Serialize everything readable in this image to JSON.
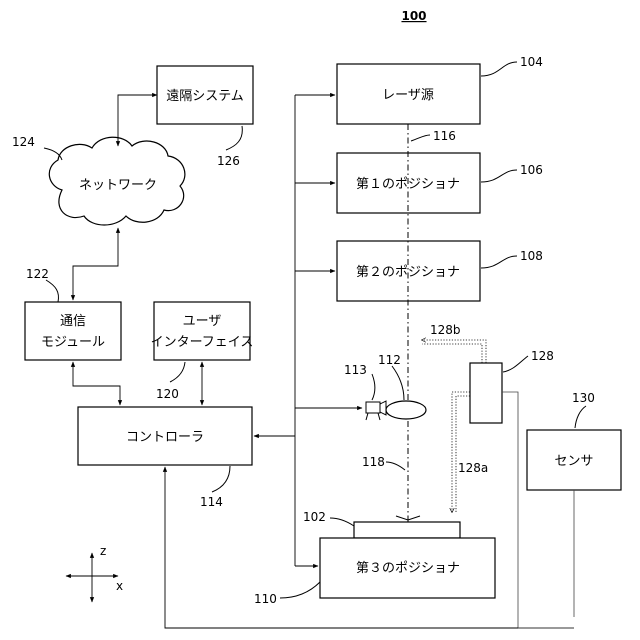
{
  "figure_number": "100",
  "blocks": {
    "laser_source": {
      "label": "レーザ源",
      "ref": "104"
    },
    "positioner_1": {
      "label": "第１のポジショナ",
      "ref": "106"
    },
    "positioner_2": {
      "label": "第２のポジショナ",
      "ref": "108"
    },
    "positioner_3": {
      "label": "第３のポジショナ",
      "ref": "110"
    },
    "remote_system": {
      "label": "遠隔システム",
      "ref": "126"
    },
    "network": {
      "label": "ネットワーク",
      "ref": "124"
    },
    "comm_module": {
      "line1": "通信",
      "line2": "モジュール",
      "ref": "122"
    },
    "user_interface": {
      "line1": "ユーザ",
      "line2": "インターフェイス",
      "ref": "120"
    },
    "controller": {
      "label": "コントローラ",
      "ref": "114"
    },
    "sensor": {
      "label": "センサ",
      "ref": "130"
    }
  },
  "refs": {
    "workpiece": "102",
    "lens": "112",
    "camera": "113",
    "beam_upper": "116",
    "beam_lower": "118",
    "device_128": "128",
    "path_128a": "128a",
    "path_128b": "128b"
  },
  "axes": {
    "z": "z",
    "x": "x"
  }
}
